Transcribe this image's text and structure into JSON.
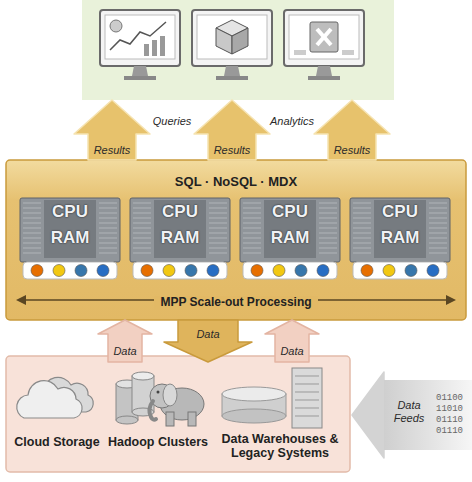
{
  "diagram": {
    "nodes": [
      {
        "text": [
          "Queries",
          "Analytics"
        ]
      },
      {
        "text": [
          "SQL · NoSQL · MDX",
          "MPP Scale-out Processing"
        ]
      },
      {
        "text": [
          "CPU",
          "RAM"
        ],
        "in": 1
      },
      {
        "text": [
          "CPU",
          "RAM"
        ],
        "in": 1
      },
      {
        "text": [
          "CPU",
          "RAM"
        ],
        "in": 1
      },
      {
        "text": [
          "CPU",
          "RAM"
        ],
        "in": 1
      },
      {
        "text": [
          "Cloud Storage"
        ]
      },
      {
        "text": [
          "Hadoop Clusters"
        ]
      },
      {
        "text": [
          "Data Warehouses & Legacy Systems"
        ]
      },
      {
        "text": [
          "Data Feeds"
        ]
      }
    ],
    "edges": [
      {
        "from": 1,
        "to": 0,
        "arrow": "to",
        "label": "Results"
      },
      {
        "from": 1,
        "to": 0,
        "arrow": "to",
        "label": "Results"
      },
      {
        "from": 1,
        "to": 0,
        "arrow": "to",
        "label": "Results"
      },
      {
        "from": 6,
        "to": 1,
        "arrow": "to",
        "label": "Data"
      },
      {
        "from": 1,
        "to": 7,
        "arrow": "to",
        "label": "Data"
      },
      {
        "from": 8,
        "to": 1,
        "arrow": "to",
        "label": "Data"
      },
      {
        "from": 9,
        "to": 8,
        "arrow": "to"
      }
    ],
    "labels": [
      "01100",
      "11010",
      "01110",
      "01110"
    ]
  }
}
